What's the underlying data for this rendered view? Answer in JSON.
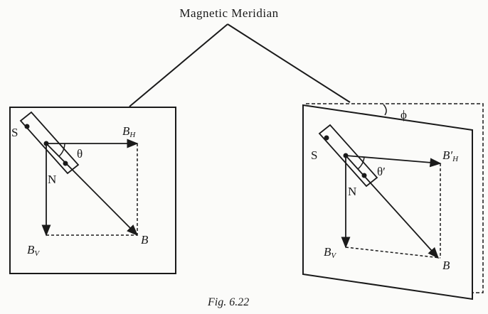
{
  "diagram": {
    "title": "Magnetic Meridian",
    "caption": "Fig. 6.22",
    "left_panel": {
      "pole_s": "S",
      "pole_n": "N",
      "angle": "θ",
      "bh_main": "B",
      "bh_sub": "H",
      "bv_main": "B",
      "bv_sub": "V",
      "resultant": "B"
    },
    "right_panel": {
      "pole_s": "S",
      "pole_n": "N",
      "angle": "θ′",
      "bh_main": "B′",
      "bh_sub": "H",
      "bv_main": "B",
      "bv_sub": "V",
      "resultant": "B",
      "rotation_angle": "ϕ"
    }
  },
  "colors": {
    "ink": "#1a1a1a",
    "paper": "#fbfbf9"
  }
}
